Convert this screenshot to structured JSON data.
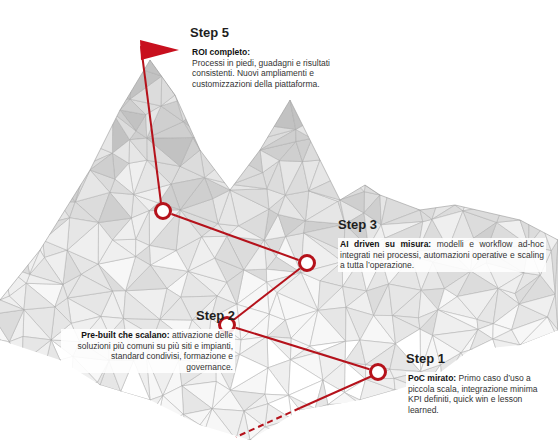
{
  "diagram": {
    "nodes": [
      {
        "text": [
          "Step 5",
          "ROI completo:",
          "Processi in piedi, guadagni e risultati consistenti. Nuovi ampliamenti e customizzazioni della piattaforma."
        ]
      },
      {
        "text": [
          "Step 3",
          "AI driven su misura:",
          "modelli e workflow ad-hoc integrati nei processi, automazioni operative e scaling a tutta l’operazione."
        ]
      },
      {
        "text": [
          "Step 2",
          "Pre-built che scalano:",
          "attivazione delle soluzioni più comuni su più siti e impianti, standard condivisi, formazione e governance."
        ]
      },
      {
        "text": [
          "Step 1",
          "PoC mirato:",
          "Primo caso d’uso a piccola scala, integrazione minima KPI definiti, quick win e lesson learned."
        ]
      }
    ],
    "edges": [
      {
        "from": 3,
        "to": 2,
        "arrow": "none"
      },
      {
        "from": 2,
        "to": 1,
        "arrow": "none"
      },
      {
        "from": 1,
        "to": 0,
        "arrow": "none"
      }
    ]
  }
}
